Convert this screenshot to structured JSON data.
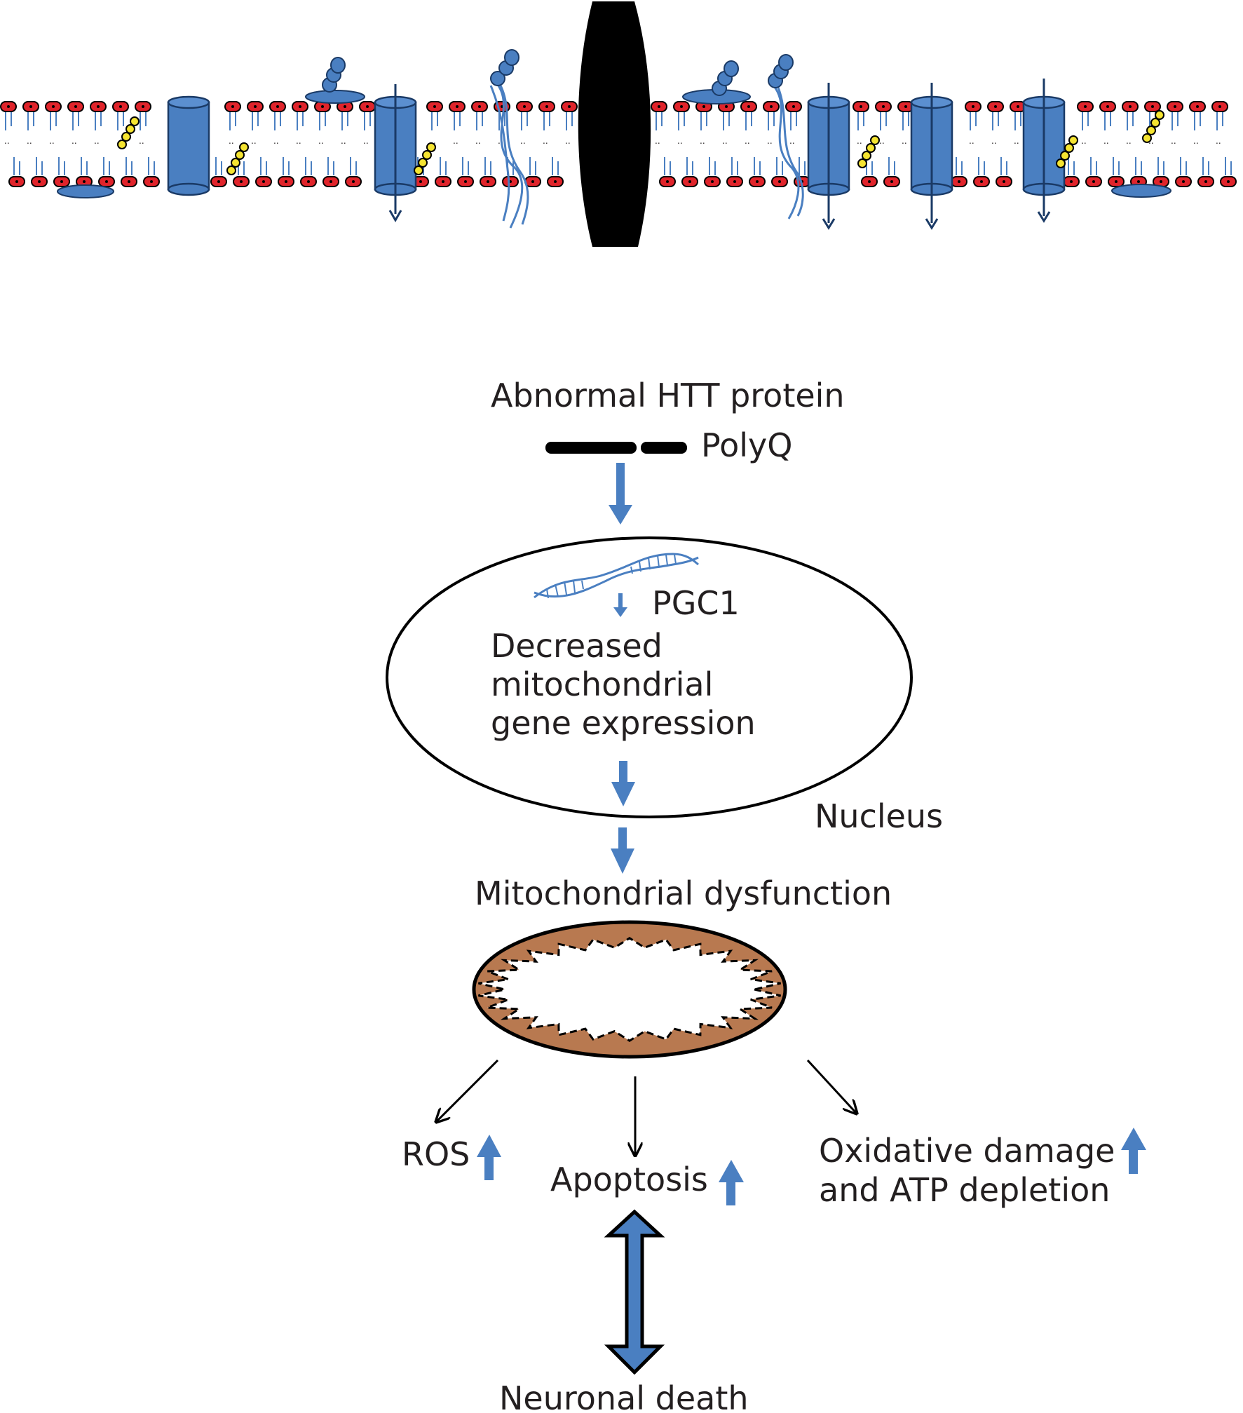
{
  "labels": {
    "htt_protein": "Abnormal HTT protein",
    "polyq": "PolyQ",
    "pgc1": "PGC1",
    "gene_expression": [
      "Decreased",
      "mitochondrial",
      "gene expression"
    ],
    "nucleus": "Nucleus",
    "mito_dysfunction": "Mitochondrial dysfunction",
    "ros": "ROS",
    "apoptosis": "Apoptosis",
    "oxidative": [
      "Oxidative damage",
      "and ATP depletion"
    ],
    "neuronal_death": "Neuronal death"
  },
  "colors": {
    "blue": "#4a7fc1",
    "lipid_head": "#e0242b",
    "cholesterol": "#f5e431",
    "mito_brown": "#b87950",
    "black": "#000000"
  },
  "icons": {
    "membrane": "lipid-bilayer",
    "dna": "dna-helix",
    "mitochondrion": "mitochondrion"
  }
}
